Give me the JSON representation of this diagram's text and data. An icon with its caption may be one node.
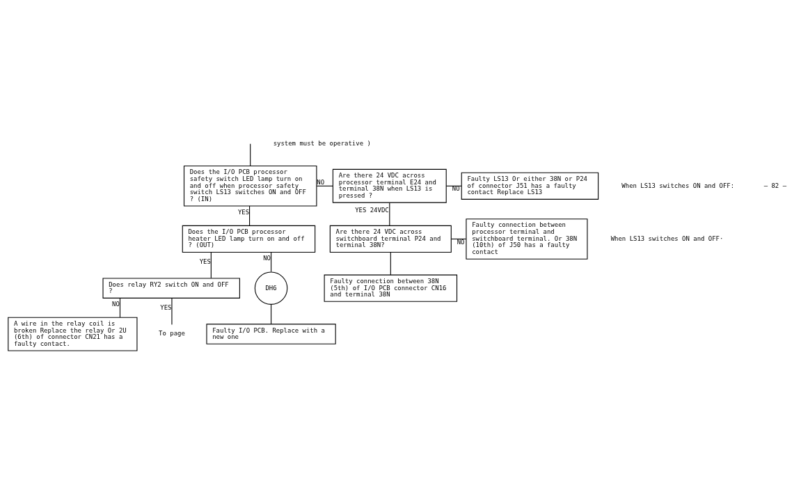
{
  "diagram": {
    "nodes": [
      {
        "text": [
          "Does the I/O PCB processor safety switch LED lamp turn on and off when processor safety switch LS13 switches ON and OFF ? (IN)"
        ]
      },
      {
        "text": [
          "Are there 24 VDC across processor terminal E24 and terminal 38N when LS13 is pressed ?"
        ]
      },
      {
        "text": [
          "Faulty LS13 Or either 38N or P24 of connector J51 has a faulty contact Replace LS13"
        ]
      },
      {
        "text": [
          "Does the I/O PCB processor heater LED lamp turn on and off ? (OUT)"
        ]
      },
      {
        "text": [
          "Are there 24 VDC across switchboard terminal P24 and terminal 38N?"
        ]
      },
      {
        "text": [
          "Faulty connection between processor terminal and switchboard terminal. Or 38N (10th) of J50 has a faulty contact"
        ]
      },
      {
        "text": [
          "Does relay RY2 switch ON and OFF ?"
        ]
      },
      {
        "text": [
          "DH6"
        ]
      },
      {
        "text": [
          "Faulty connection between 38N (5th) of I/O PCB connector CN16 and terminal 38N"
        ]
      },
      {
        "text": [
          "A wire in the relay coil is broken Replace the relay Or 2U (6th) of connector CN21 has a faulty contact."
        ]
      },
      {
        "text": [
          "Faulty I/O PCB. Replace with a new one"
        ]
      },
      {
        "text": [
          "To page"
        ]
      }
    ],
    "edges": [
      {
        "from": null,
        "to": 0,
        "arrow": "none"
      },
      {
        "from": 0,
        "to": 1,
        "arrow": "none",
        "label": "NO"
      },
      {
        "from": 1,
        "to": 2,
        "arrow": "none",
        "label": "NO"
      },
      {
        "from": 0,
        "to": 3,
        "arrow": "none",
        "label": "YES"
      },
      {
        "from": 1,
        "to": 4,
        "arrow": "none",
        "label": "YES 24VDC"
      },
      {
        "from": 3,
        "to": 7,
        "arrow": "none",
        "label": "NO"
      },
      {
        "from": 4,
        "to": 5,
        "arrow": "none",
        "label": "NO"
      },
      {
        "from": 3,
        "to": 6,
        "arrow": "none",
        "label": "YES"
      },
      {
        "from": 4,
        "to": 8,
        "arrow": "none"
      },
      {
        "from": 7,
        "to": 10,
        "arrow": "none"
      },
      {
        "from": 6,
        "to": 9,
        "arrow": "none",
        "label": "NO"
      },
      {
        "from": 6,
        "to": 11,
        "arrow": "none",
        "label": "YES"
      }
    ],
    "labels": [
      "system must be operative )",
      "When LS13 switches ON and OFF:",
      "When LS13 switches ON and OFF·",
      "– 82 –"
    ]
  }
}
